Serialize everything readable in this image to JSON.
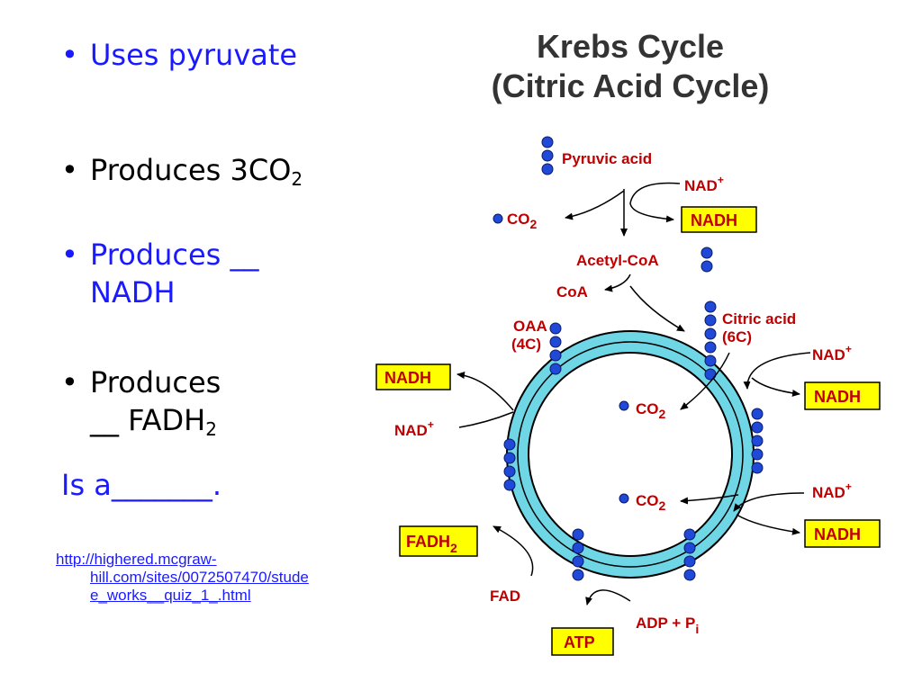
{
  "bullets": {
    "b1": {
      "dot": "•",
      "text": "Uses pyruvate"
    },
    "b2": {
      "dot": "•",
      "text": "Produces 3CO",
      "sub": "2"
    },
    "b3": {
      "dot": "•",
      "line1": "Produces __",
      "line2": "NADH"
    },
    "b4": {
      "dot": "•",
      "line1": "Produces",
      "line2": "__ FADH",
      "sub": "2"
    },
    "isa": "Is a_______."
  },
  "link": {
    "line1": "http://highered.mcgraw-",
    "line2": "hill.com/sites/0072507470/stude",
    "line3": "e_works__quiz_1_.html"
  },
  "diagram": {
    "title_line1": "Krebs Cycle",
    "title_line2": "(Citric Acid Cycle)",
    "pyruvic_acid": "Pyruvic acid",
    "nad_plus": "NAD",
    "plus": "+",
    "nadh": "NADH",
    "co2": "CO",
    "two": "2",
    "acetyl_coa": "Acetyl-CoA",
    "coa": "CoA",
    "oaa": "OAA",
    "oaa_4c": "(4C)",
    "citric_acid": "Citric acid",
    "citric_6c": "(6C)",
    "fadh2": "FADH",
    "fad": "FAD",
    "atp": "ATP",
    "adp_pi": "ADP + P",
    "pi_sub": "i",
    "colors": {
      "label": "#c00000",
      "box": "#ffff00",
      "ring": "#6fd6e6",
      "bead": "#1f49d6"
    }
  }
}
